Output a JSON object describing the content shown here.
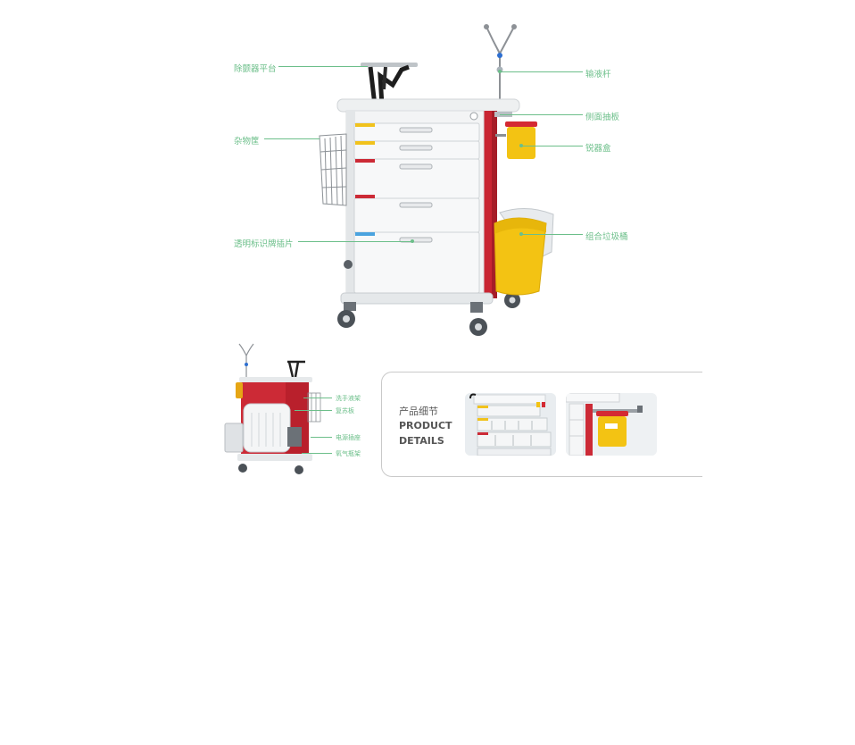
{
  "main_callouts": {
    "defib_platform": "除颤器平台",
    "iv_pole": "输液杆",
    "side_board": "侧面抽板",
    "misc_basket": "杂物筐",
    "sharps_box": "锐器盒",
    "waste_bin": "组合垃圾桶",
    "label_insert": "透明标识牌插片"
  },
  "small_callouts": {
    "hand_sanitizer": "洗手液架",
    "cpr_board": "复苏板",
    "power_socket": "电源插座",
    "oxygen_rack": "氧气瓶架"
  },
  "details": {
    "title_cn": "产品细节",
    "title_en_line1": "PRODUCT",
    "title_en_line2": "DETAILS"
  },
  "colors": {
    "accent_green": "#6cbf8a",
    "cart_red": "#cc2a36",
    "cart_white": "#f2f3f4",
    "bin_yellow": "#f3c313"
  }
}
